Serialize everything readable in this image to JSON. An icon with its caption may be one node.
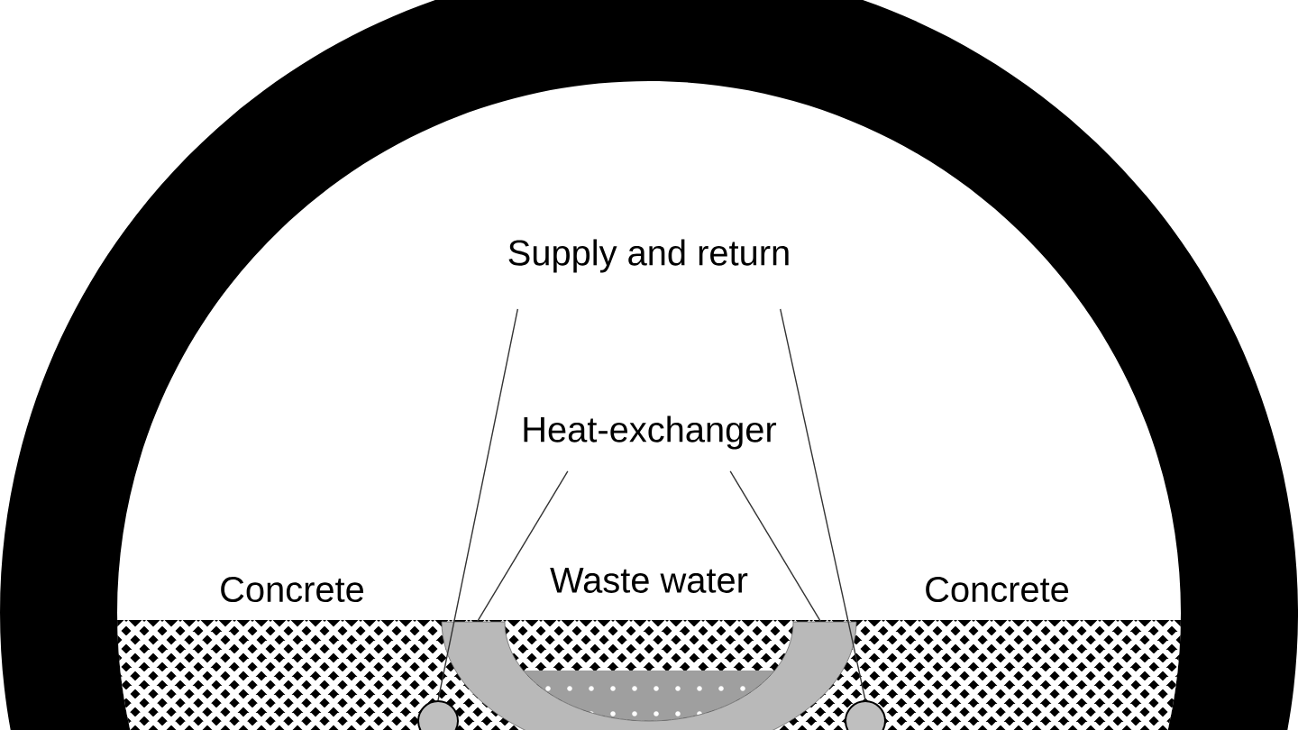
{
  "diagram": {
    "nodes": [
      {
        "text": [
          "Supply and return"
        ]
      },
      {
        "text": [
          "Heat-exchanger"
        ]
      },
      {
        "text": [],
        "shape": "circle"
      },
      {
        "text": [],
        "shape": "circle"
      },
      {
        "text": [],
        "shape": "bar"
      }
    ],
    "edges": [
      {
        "from": 0,
        "to": 2,
        "arrow": "none"
      },
      {
        "from": 0,
        "to": 3,
        "arrow": "none"
      },
      {
        "from": 1,
        "to": 4,
        "arrow": "none"
      },
      {
        "from": 1,
        "to": 4,
        "arrow": "none"
      }
    ],
    "labels": [
      "Concrete",
      "Waste water",
      "Concrete"
    ]
  }
}
